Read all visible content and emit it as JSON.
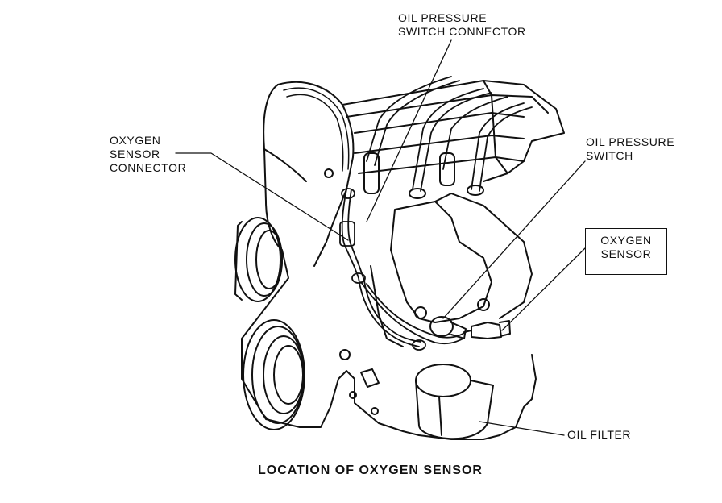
{
  "labels": {
    "oil_pressure_switch_connector": [
      "OIL PRESSURE",
      "SWITCH CONNECTOR"
    ],
    "oxygen_sensor_connector": [
      "OXYGEN",
      "SENSOR",
      "CONNECTOR"
    ],
    "oil_pressure_switch": [
      "OIL PRESSURE",
      "SWITCH"
    ],
    "oxygen_sensor": [
      "OXYGEN",
      "SENSOR"
    ],
    "oil_filter": "OIL FILTER"
  },
  "caption": "LOCATION OF OXYGEN SENSOR",
  "colors": {
    "ink": "#111111",
    "paper": "#ffffff"
  }
}
